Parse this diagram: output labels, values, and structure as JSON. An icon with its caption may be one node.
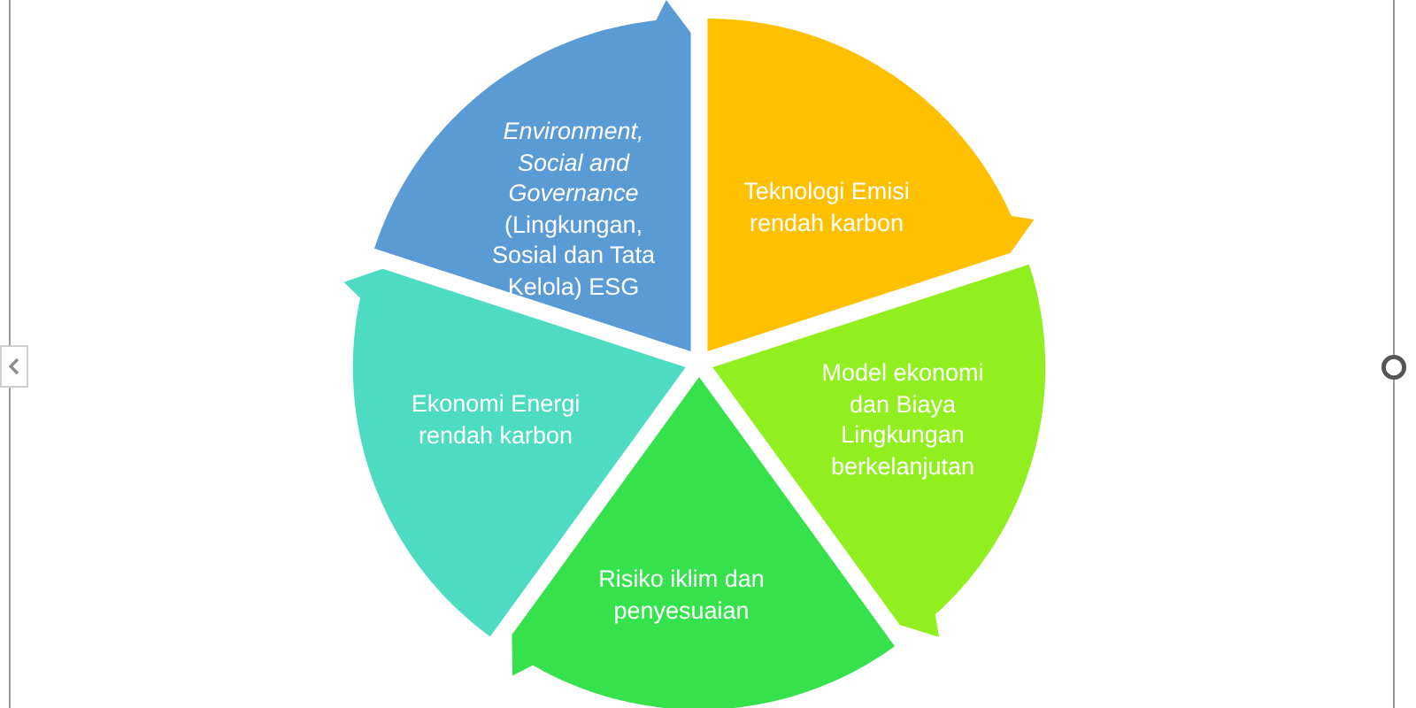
{
  "diagram": {
    "nodes": [
      {
        "text": [
          "*Environment, Social and Governance* (Lingkungan, Sosial dan Tata Kelola) ESG"
        ]
      },
      {
        "text": [
          "Teknologi Emisi rendah karbon"
        ]
      },
      {
        "text": [
          "Model ekonomi dan Biaya Lingkungan berkelanjutan"
        ]
      },
      {
        "text": [
          "Risiko iklim dan penyesuaian"
        ]
      },
      {
        "text": [
          "Ekonomi Energi rendah karbon"
        ]
      }
    ]
  }
}
